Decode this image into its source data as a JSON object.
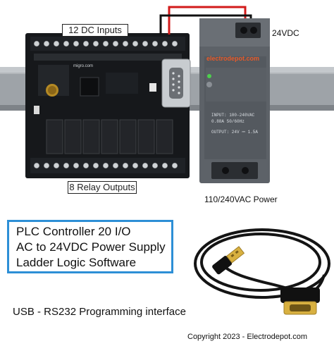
{
  "labels": {
    "inputs": "12 DC Inputs",
    "outputs": "8 Relay Outputs",
    "vdc": "24VDC",
    "mains": "110/240VAC Power"
  },
  "watermark": "electrodepot.com",
  "board_brand": "migro.com",
  "power_supply": {
    "input_line1": "INPUT: 100-240VAC",
    "input_line2": "0.88A 50/60Hz",
    "output_line": "OUTPUT: 24V ⎓ 1.5A"
  },
  "description": [
    "PLC Controller 20 I/O",
    "AC to 24VDC Power Supply",
    "Ladder Logic Software"
  ],
  "cable_caption": "USB - RS232 Programming interface",
  "copyright": "Copyright 2023 - Electrodepot.com",
  "colors": {
    "accent_border": "#2d8fd6",
    "wire_red": "#d21a1a",
    "wire_black": "#111111",
    "watermark": "#e65a2a"
  }
}
